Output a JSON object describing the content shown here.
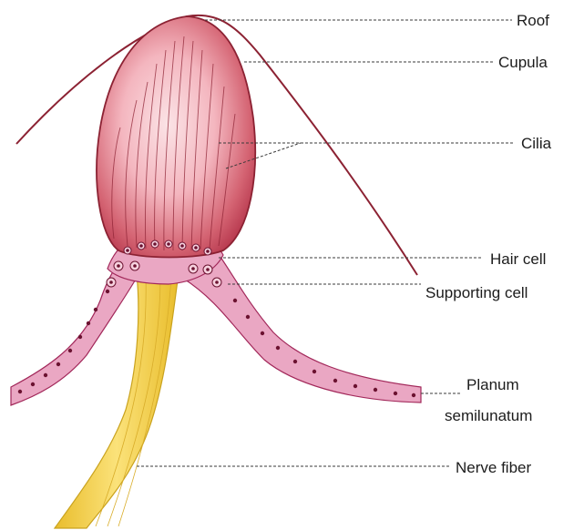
{
  "labels": {
    "roof": "Roof",
    "cupula": "Cupula",
    "cilia": "Cilia",
    "hair_cell": "Hair cell",
    "supporting_cell": "Supporting cell",
    "planum_line1": "Planum",
    "planum_line2": "semilunatum",
    "nerve_fiber": "Nerve fiber"
  },
  "colors": {
    "cupula_light": "#f7c9cf",
    "cupula_dark": "#b9374a",
    "outline": "#8c2233",
    "epithelium": "#e9a6c4",
    "nucleus": "#6b1230",
    "nerve": "#f3d04a",
    "nerve_outline": "#c9a21e"
  }
}
